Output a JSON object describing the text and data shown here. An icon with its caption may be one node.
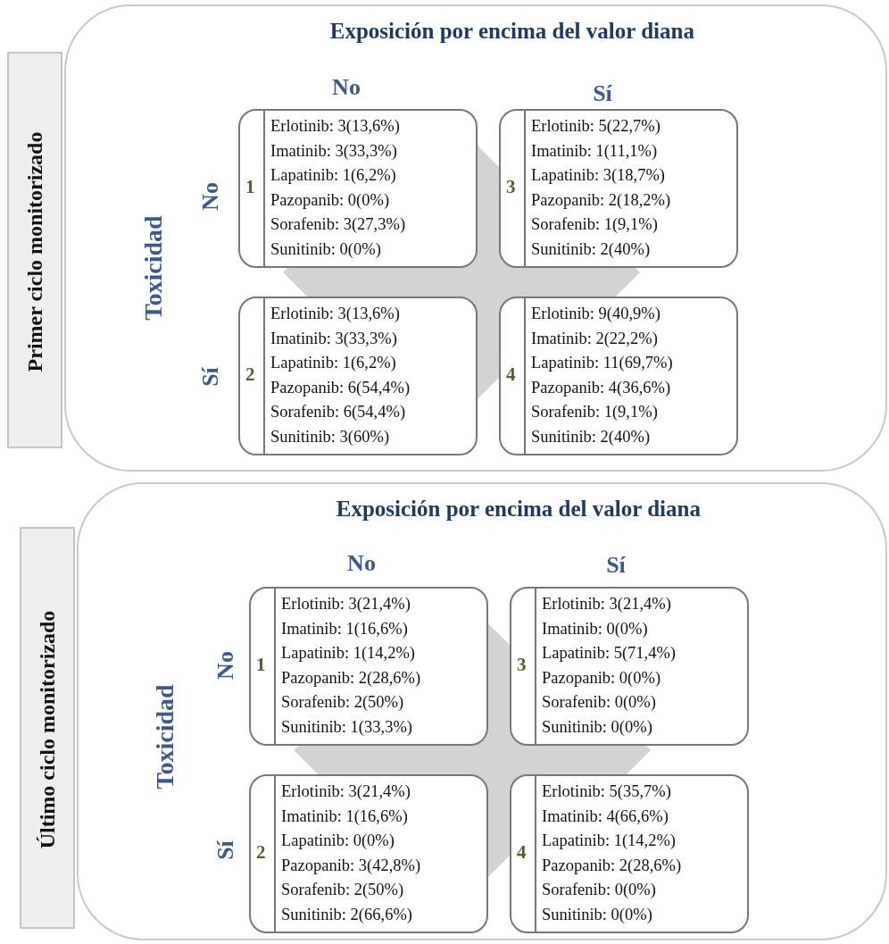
{
  "diagram": {
    "nodes": [
      {
        "text": [
          "Exposición por encima del valor diana"
        ]
      },
      {
        "text": [
          "Primer ciclo monitorizado"
        ]
      },
      {
        "text": [
          "1",
          "Erlotinib: 3(13,6%)",
          "Imatinib: 3(33,3%)",
          "Lapatinib: 1(6,2%)",
          "Pazopanib: 0(0%)",
          "Sorafenib: 3(27,3%)",
          "Sunitinib: 0(0%)"
        ],
        "in": 0
      },
      {
        "text": [
          "3",
          "Erlotinib: 5(22,7%)",
          "Imatinib: 1(11,1%)",
          "Lapatinib: 3(18,7%)",
          "Pazopanib: 2(18,2%)",
          "Sorafenib: 1(9,1%)",
          "Sunitinib: 2(40%)"
        ],
        "in": 0
      },
      {
        "text": [
          "2",
          "Erlotinib: 3(13,6%)",
          "Imatinib: 3(33,3%)",
          "Lapatinib: 1(6,2%)",
          "Pazopanib: 6(54,4%)",
          "Sorafenib: 6(54,4%)",
          "Sunitinib: 3(60%)"
        ],
        "in": 0
      },
      {
        "text": [
          "4",
          "Erlotinib: 9(40,9%)",
          "Imatinib: 2(22,2%)",
          "Lapatinib: 11(69,7%)",
          "Pazopanib: 4(36,6%)",
          "Sorafenib: 1(9,1%)",
          "Sunitinib: 2(40%)"
        ],
        "in": 0
      },
      {
        "text": [
          "Exposición por encima del valor diana"
        ]
      },
      {
        "text": [
          "Último ciclo monitorizado"
        ]
      },
      {
        "text": [
          "1",
          "Erlotinib: 3(21,4%)",
          "Imatinib: 1(16,6%)",
          "Lapatinib: 1(14,2%)",
          "Pazopanib: 2(28,6%)",
          "Sorafenib: 2(50%)",
          "Sunitinib: 1(33,3%)"
        ],
        "in": 6
      },
      {
        "text": [
          "3",
          "Erlotinib: 3(21,4%)",
          "Imatinib: 0(0%)",
          "Lapatinib: 5(71,4%)",
          "Pazopanib: 0(0%)",
          "Sorafenib: 0(0%)",
          "Sunitinib: 0(0%)"
        ],
        "in": 6
      },
      {
        "text": [
          "2",
          "Erlotinib: 3(21,4%)",
          "Imatinib: 1(16,6%)",
          "Lapatinib: 0(0%)",
          "Pazopanib: 3(42,8%)",
          "Sorafenib: 2(50%)",
          "Sunitinib: 2(66,6%)"
        ],
        "in": 6
      },
      {
        "text": [
          "4",
          "Erlotinib: 5(35,7%)",
          "Imatinib: 4(66,6%)",
          "Lapatinib: 1(14,2%)",
          "Pazopanib: 2(28,6%)",
          "Sorafenib: 0(0%)",
          "Sunitinib: 0(0%)"
        ],
        "in": 6
      }
    ],
    "edges": [],
    "labels": [
      "No",
      "Sí",
      "Toxicidad",
      "No",
      "Sí",
      "No",
      "Sí",
      "Toxicidad",
      "No",
      "Sí"
    ]
  }
}
